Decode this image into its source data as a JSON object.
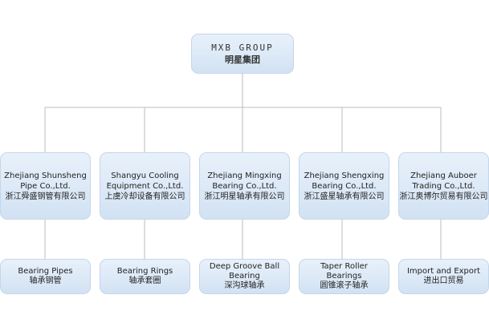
{
  "root": {
    "name_en": "MXB GROUP",
    "name_zh": "明星集团"
  },
  "companies": [
    {
      "name_en": "Zhejiang Shunsheng Pipe Co.,Ltd.",
      "name_zh": "浙江舜盛钢管有限公司",
      "product_en": "Bearing Pipes",
      "product_zh": "轴承钢管"
    },
    {
      "name_en": "Shangyu Cooling Equipment Co.,Ltd.",
      "name_zh": "上虞冷却设备有限公司",
      "product_en": "Bearing Rings",
      "product_zh": "轴承套圈"
    },
    {
      "name_en": "Zhejiang Mingxing Bearing Co.,Ltd.",
      "name_zh": "浙江明星轴承有限公司",
      "product_en": "Deep Groove Ball Bearing",
      "product_zh": "深沟球轴承"
    },
    {
      "name_en": "Zhejiang Shengxing Bearing Co.,Ltd.",
      "name_zh": "浙江盛星轴承有限公司",
      "product_en": "Taper Roller Bearings",
      "product_zh": "圆锥滚子轴承"
    },
    {
      "name_en": "Zhejiang Auboer Trading Co.,Ltd.",
      "name_zh": "浙江奥博尔贸易有限公司",
      "product_en": "Import and Export",
      "product_zh": "进出口贸易"
    }
  ],
  "colors": {
    "node_fill_top": "#e8f1fb",
    "node_fill_bottom": "#d2e2f3",
    "node_border": "#c3d6ea",
    "connector": "#b9bdc2"
  }
}
